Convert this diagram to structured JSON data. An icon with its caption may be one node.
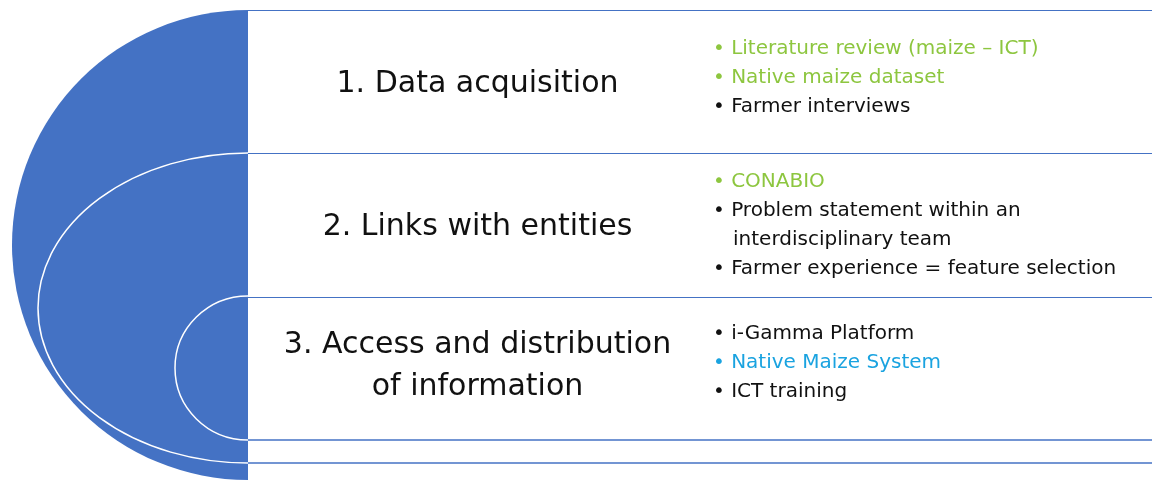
{
  "diagram": {
    "nodes": [
      {
        "text": [
          "1. Data acquisition",
          "• Literature review (maize – ICT)",
          "• Native maize dataset",
          "• Farmer interviews"
        ]
      },
      {
        "text": [
          "2. Links with entities",
          "• CONABIO",
          "• Problem statement within an interdisciplinary team",
          "• Farmer experience = feature selection"
        ]
      },
      {
        "text": [
          "3. Access and distribution of information",
          "• i-Gamma Platform",
          "• Native Maize System",
          "• ICT training"
        ]
      }
    ]
  }
}
